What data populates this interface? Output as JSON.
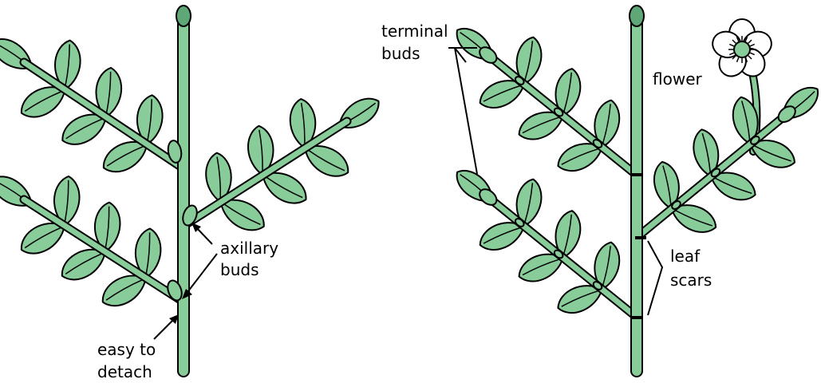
{
  "colors": {
    "leaf_fill": "#88cc99",
    "stem_fill": "#88cc99",
    "bud_fill": "#88cc99",
    "flower_center": "#88cc99",
    "outline": "#000000",
    "background": "#ffffff"
  },
  "labels": {
    "axillary_line1": "axillary",
    "axillary_line2": "buds",
    "detach_line1": "easy to",
    "detach_line2": "detach",
    "terminal_line1": "terminal",
    "terminal_line2": "buds",
    "flower": "flower",
    "scars_line1": "leaf",
    "scars_line2": "scars"
  }
}
